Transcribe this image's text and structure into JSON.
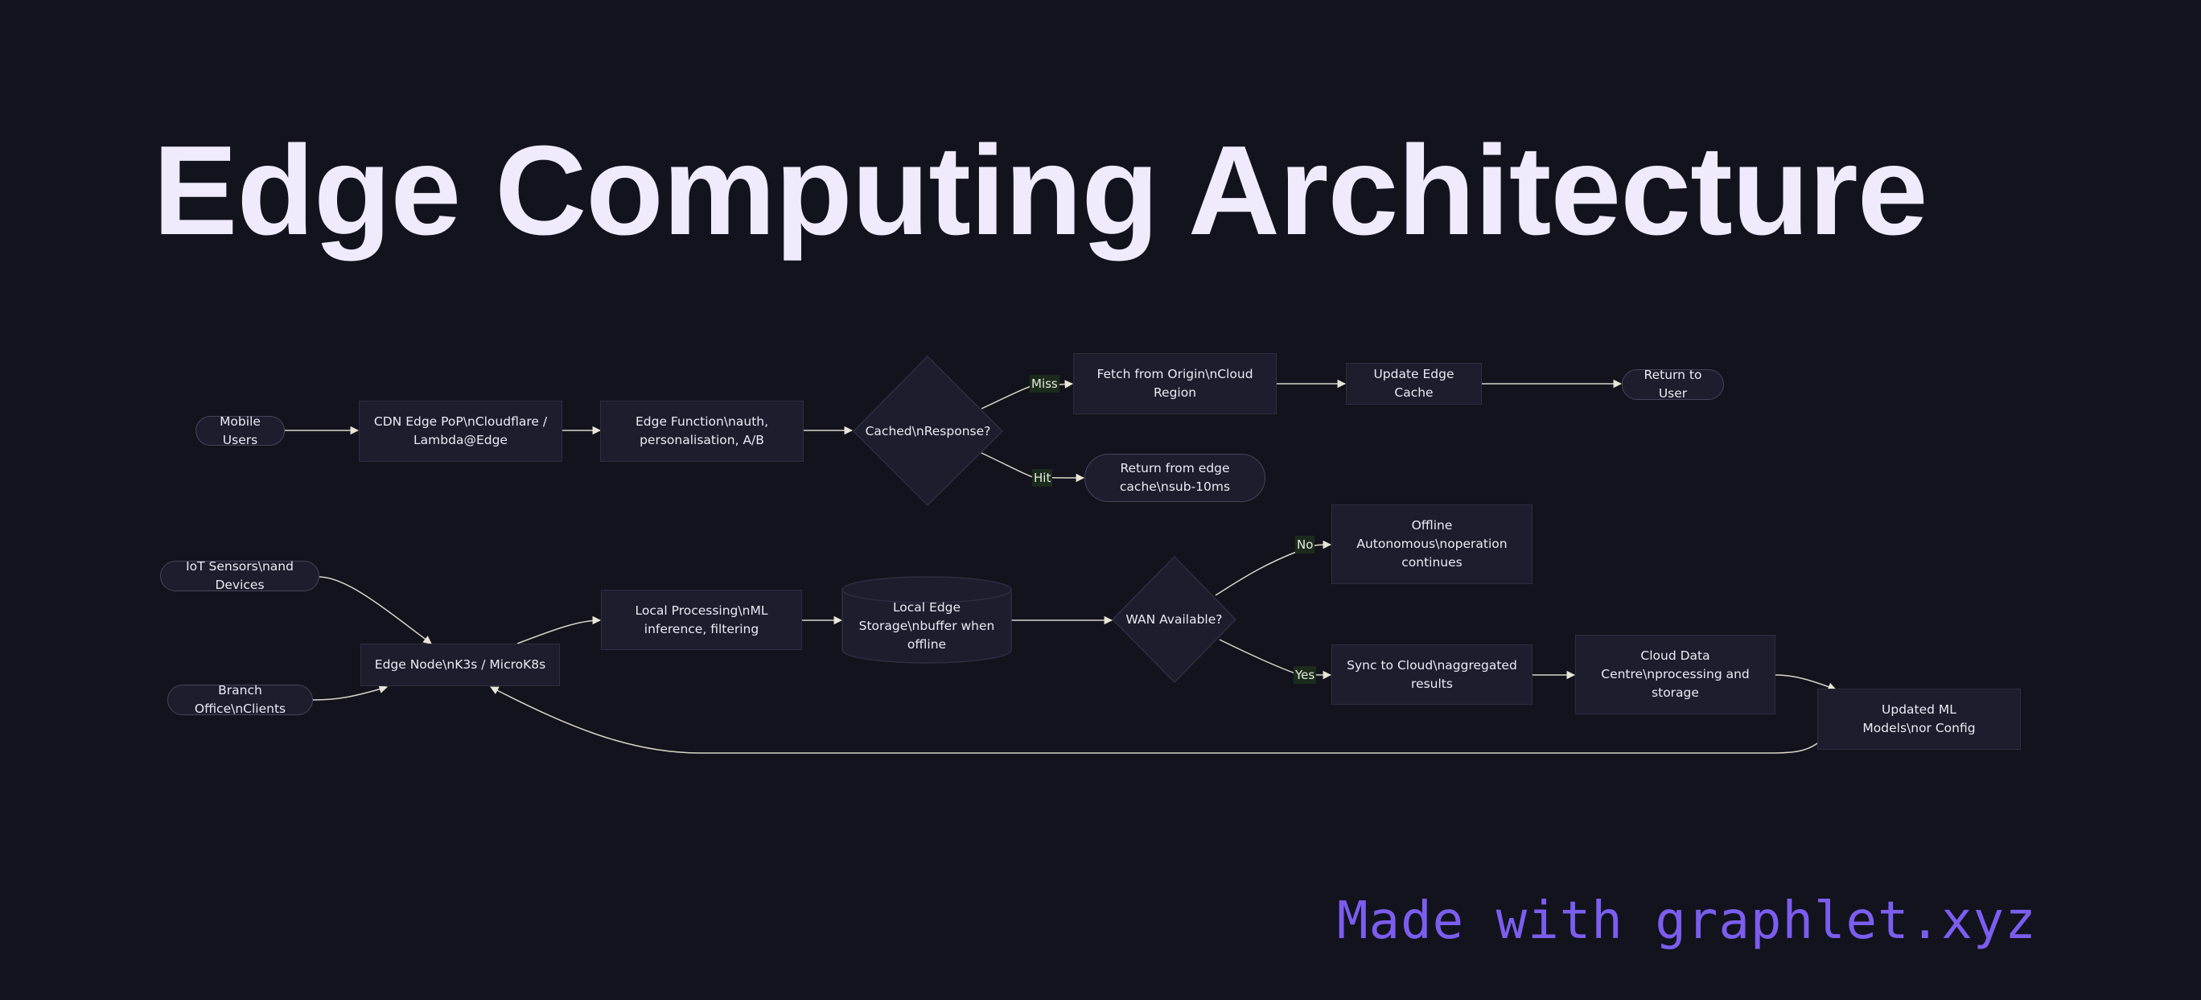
{
  "title": "Edge Computing Architecture",
  "footer": "Made with graphlet.xyz",
  "colors": {
    "background": "#13131e",
    "node_fill": "#1e1d2e",
    "node_border": "#2f2e42",
    "edge": "#d8d6c8",
    "edge_label_bg": "#1c2c1c",
    "title": "#efebfd",
    "footer": "#7b5ef0"
  },
  "nodes": {
    "mobile_users": "Mobile Users",
    "cdn_edge": "CDN Edge PoP\\nCloudflare / Lambda@Edge",
    "edge_function": "Edge Function\\nauth, personalisation, A/B",
    "cached_response": "Cached\\nResponse?",
    "fetch_origin": "Fetch from Origin\\nCloud Region",
    "update_cache": "Update Edge Cache",
    "return_user": "Return to User",
    "return_edge": "Return from edge cache\\nsub-10ms",
    "iot_sensors": "IoT Sensors\\nand Devices",
    "branch_office": "Branch Office\\nClients",
    "edge_node": "Edge Node\\nK3s / MicroK8s",
    "local_processing": "Local Processing\\nML inference, filtering",
    "local_storage": "Local Edge Storage\\nbuffer when offline",
    "wan_available": "WAN Available?",
    "offline_autonomous": "Offline Autonomous\\noperation continues",
    "sync_cloud": "Sync to Cloud\\naggregated results",
    "cloud_dc": "Cloud Data Centre\\nprocessing and storage",
    "updated_models": "Updated ML Models\\nor Config"
  },
  "edge_labels": {
    "miss": "Miss",
    "hit": "Hit",
    "no": "No",
    "yes": "Yes"
  },
  "edges": [
    {
      "from": "mobile_users",
      "to": "cdn_edge"
    },
    {
      "from": "cdn_edge",
      "to": "edge_function"
    },
    {
      "from": "edge_function",
      "to": "cached_response"
    },
    {
      "from": "cached_response",
      "to": "fetch_origin",
      "label": "Miss"
    },
    {
      "from": "cached_response",
      "to": "return_edge",
      "label": "Hit"
    },
    {
      "from": "fetch_origin",
      "to": "update_cache"
    },
    {
      "from": "update_cache",
      "to": "return_user"
    },
    {
      "from": "iot_sensors",
      "to": "edge_node"
    },
    {
      "from": "branch_office",
      "to": "edge_node"
    },
    {
      "from": "edge_node",
      "to": "local_processing"
    },
    {
      "from": "local_processing",
      "to": "local_storage"
    },
    {
      "from": "local_storage",
      "to": "wan_available"
    },
    {
      "from": "wan_available",
      "to": "offline_autonomous",
      "label": "No"
    },
    {
      "from": "wan_available",
      "to": "sync_cloud",
      "label": "Yes"
    },
    {
      "from": "sync_cloud",
      "to": "cloud_dc"
    },
    {
      "from": "cloud_dc",
      "to": "updated_models"
    },
    {
      "from": "updated_models",
      "to": "edge_node"
    }
  ]
}
